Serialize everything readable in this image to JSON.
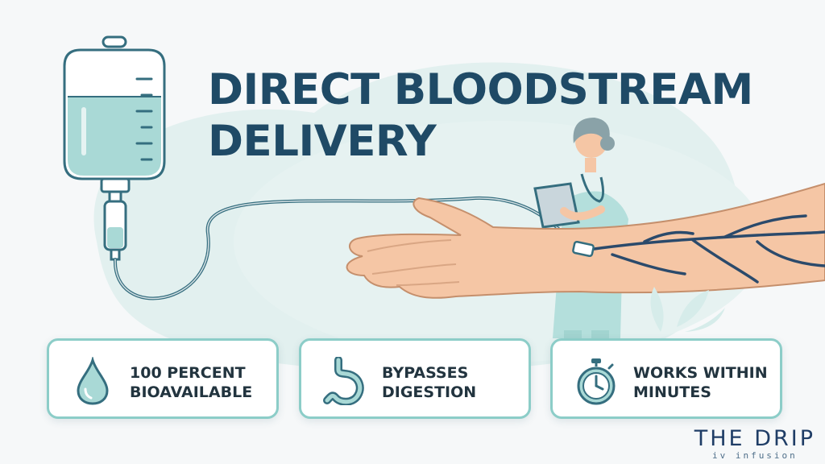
{
  "headline": {
    "line1": "DIRECT BLOODSTREAM",
    "line2": "DELIVERY"
  },
  "features": [
    {
      "line1": "100 PERCENT",
      "line2": "BIOAVAILABLE",
      "icon": "water-drop-icon"
    },
    {
      "line1": "BYPASSES",
      "line2": "DIGESTION",
      "icon": "stomach-icon"
    },
    {
      "line1": "WORKS WITHIN",
      "line2": "MINUTES",
      "icon": "stopwatch-icon"
    }
  ],
  "brand": {
    "name": "THE DRIP",
    "tagline": "iv infusion"
  },
  "colors": {
    "headline": "#1f4a66",
    "background_blob": "#e2f0ef",
    "card_border": "#8ccdc8",
    "icon_fill": "#a9d9d6",
    "icon_stroke": "#356e7f",
    "skin": "#f5c6a5",
    "vein": "#2b4a6b"
  }
}
